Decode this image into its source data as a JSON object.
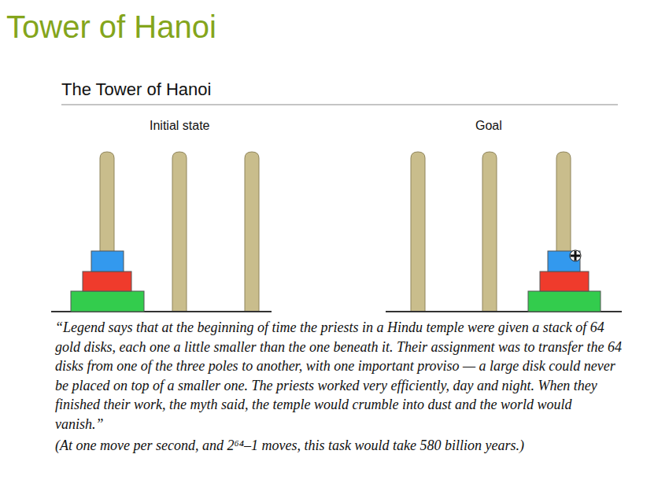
{
  "diagram": {
    "title": "Tower of Hanoi",
    "labels": [
      "The Tower of Hanoi",
      "Initial state",
      "Goal",
      "“Legend says that at the beginning of time the priests in a Hindu temple were given a stack of 64 gold disks, each one a little smaller than the one beneath it. Their assignment was to transfer the 64 disks from one of the three poles to another, with one important proviso — a large disk could never be placed on top of a smaller one. The priests worked very efficiently, day and night. When they finished their work, the myth said, the temple would crumble into dust and the world would vanish.”",
      "(At one move per second, and 2⁶⁴–1 moves, this task would take 580 billion years.)"
    ]
  }
}
